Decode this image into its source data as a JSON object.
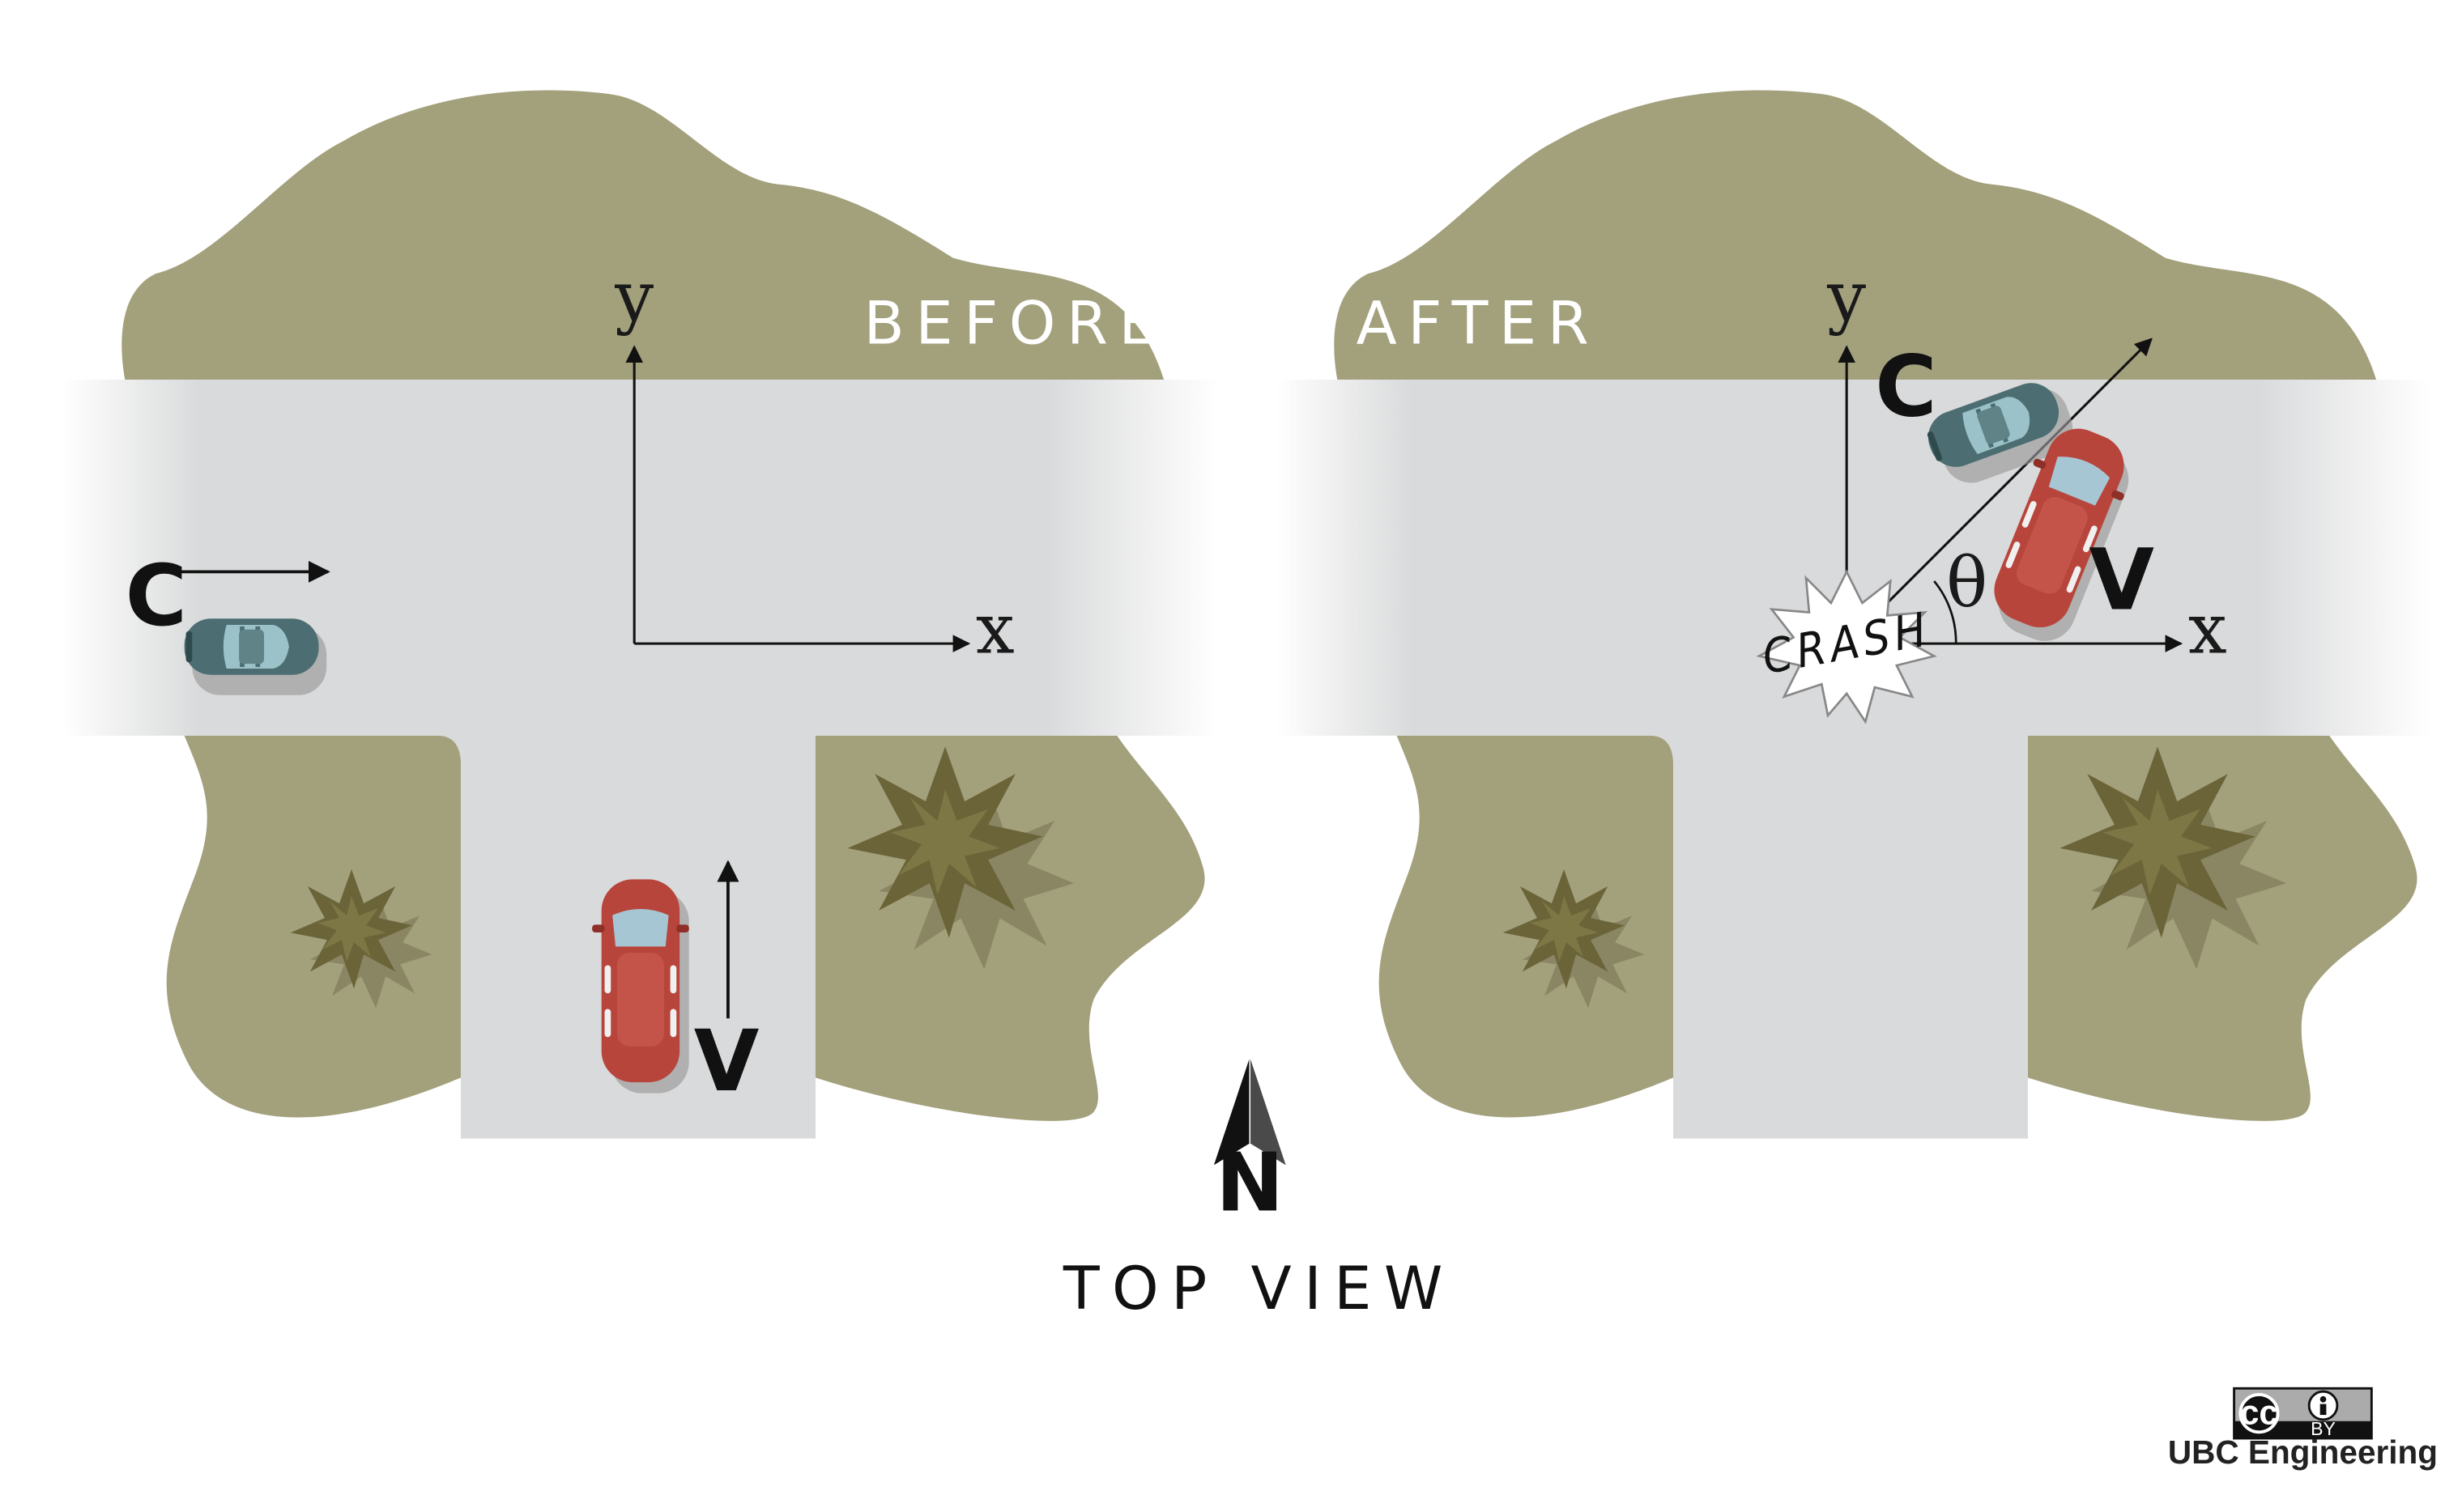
{
  "panels": {
    "before": {
      "title": "BEFORE"
    },
    "after": {
      "title": "AFTER"
    }
  },
  "axes": {
    "x_label": "x",
    "y_label": "y",
    "angle_label": "θ"
  },
  "vehicles": {
    "car_label": "C",
    "van_label": "V"
  },
  "crash_text": "CRASH",
  "compass": {
    "label": "N"
  },
  "caption": "TOP VIEW",
  "credit": {
    "license_cc": "cc",
    "license_by": "BY",
    "author": "UBC Engineering"
  },
  "colors": {
    "grass": "#a3a07c",
    "road": "#d9dadb",
    "car": "#4c6e72",
    "van": "#b8453b",
    "tree": "#6b6439",
    "tree_shadow": "#8a8664"
  }
}
